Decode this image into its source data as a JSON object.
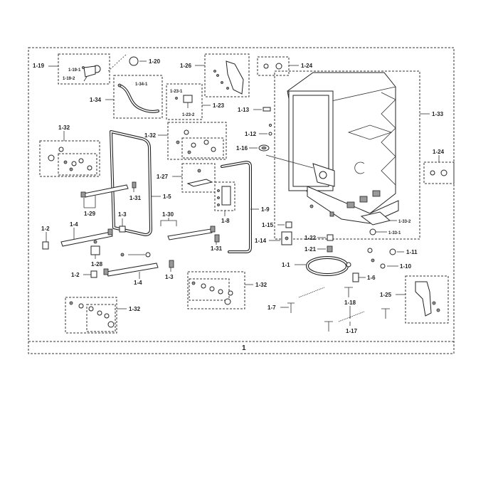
{
  "labels": {
    "l1_19": "1-19",
    "l1_19_1": "1-19-1",
    "l1_19_2": "1-19-2",
    "l1_20": "1-20",
    "l1_26": "1-26",
    "l1_24a": "1-24",
    "l1_34": "1-34",
    "l1_34_1": "1-34-1",
    "l1_23_1": "1-23-1",
    "l1_23": "1-23",
    "l1_23_2": "1-23-2",
    "l1_13": "1-13",
    "l1_33": "1-33",
    "l1_32a": "1-32",
    "l1_32b": "1-32",
    "l1_12": "1-12",
    "l1_16": "1-16",
    "l1_24b": "1-24",
    "l1_27": "1-27",
    "l1_31a": "1-31",
    "l1_5": "1-5",
    "l1_9": "1-9",
    "l1_8": "1-8",
    "l1_29": "1-29",
    "l1_3a": "1-3",
    "l1_30": "1-30",
    "l1_2a": "1-2",
    "l1_4a": "1-4",
    "l1_31b": "1-31",
    "l1_15": "1-15",
    "l1_14": "1-14",
    "l1_22": "1-22",
    "l1_21": "1-21",
    "l1_33_2": "1-33-2",
    "l1_33_1": "1-33-1",
    "l1_28": "1-28",
    "l1_11": "1-11",
    "l1_10": "1-10",
    "l1_1": "1-1",
    "l1_2b": "1-2",
    "l1_3b": "1-3",
    "l1_4b": "1-4",
    "l1_6": "1-6",
    "l1_32c": "1-32",
    "l1_25": "1-25",
    "l1_7": "1-7",
    "l1_18": "1-18",
    "l1_32d": "1-32",
    "l1_17": "1-17",
    "assembly": "1"
  }
}
